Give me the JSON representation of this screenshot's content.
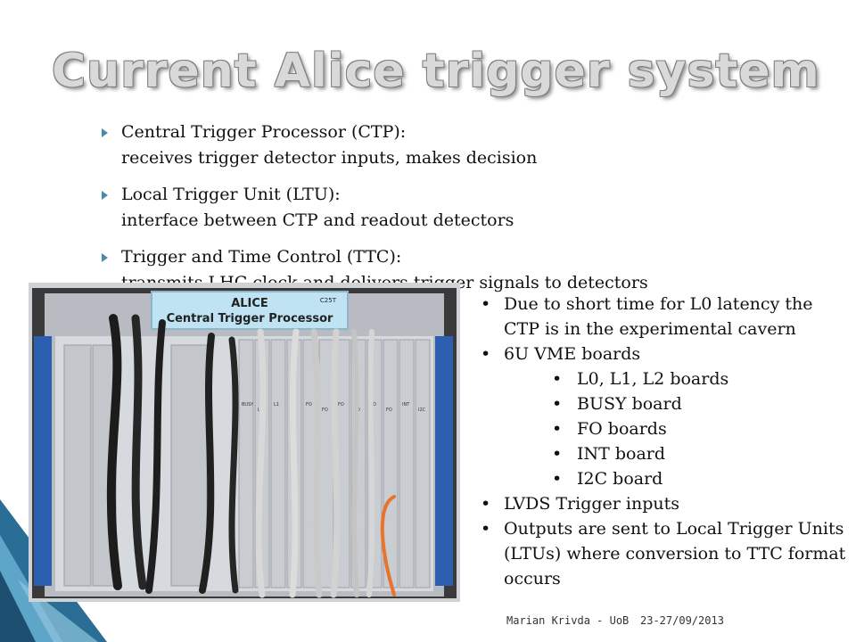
{
  "slide": {
    "title": "Current Alice trigger system",
    "bullets": [
      {
        "head": "Central Trigger Processor (CTP):",
        "body": "receives trigger detector inputs, makes  decision"
      },
      {
        "head": "Local Trigger Unit (LTU):",
        "body": "interface between CTP and readout detectors"
      },
      {
        "head": "Trigger and Time Control (TTC):",
        "body": "transmits LHC clock and delivers trigger signals to detectors"
      }
    ],
    "photo": {
      "sign_line1": "ALICE",
      "sign_line2": "Central Trigger Processor",
      "sign_code": "C25T",
      "board_labels": [
        "BUSY",
        "L0",
        "L1",
        "L2",
        "FO",
        "FO",
        "FO",
        "FO",
        "FO",
        "FO",
        "INT",
        "I2C"
      ]
    },
    "right_list": [
      {
        "level": 1,
        "text": "Due to short time for L0 latency the CTP is in the experimental cavern"
      },
      {
        "level": 1,
        "text": "6U VME boards"
      },
      {
        "level": 2,
        "text": "L0, L1, L2 boards"
      },
      {
        "level": 2,
        "text": "BUSY board"
      },
      {
        "level": 2,
        "text": "FO boards"
      },
      {
        "level": 2,
        "text": "INT board"
      },
      {
        "level": 2,
        "text": "I2C board"
      },
      {
        "level": 1,
        "text": "LVDS Trigger inputs"
      },
      {
        "level": 1,
        "text": "Outputs are sent to Local Trigger Units (LTUs) where conversion to TTC format occurs"
      }
    ],
    "bullet_glyph": "•",
    "footer": {
      "author": "Marian Krivda - UoB",
      "date": "23-27/09/2013"
    },
    "colors": {
      "accent": "#4a8aa8",
      "corner_dark": "#1f5f86",
      "corner_light": "#6fb3d2",
      "title": "#d9d9d9"
    }
  }
}
